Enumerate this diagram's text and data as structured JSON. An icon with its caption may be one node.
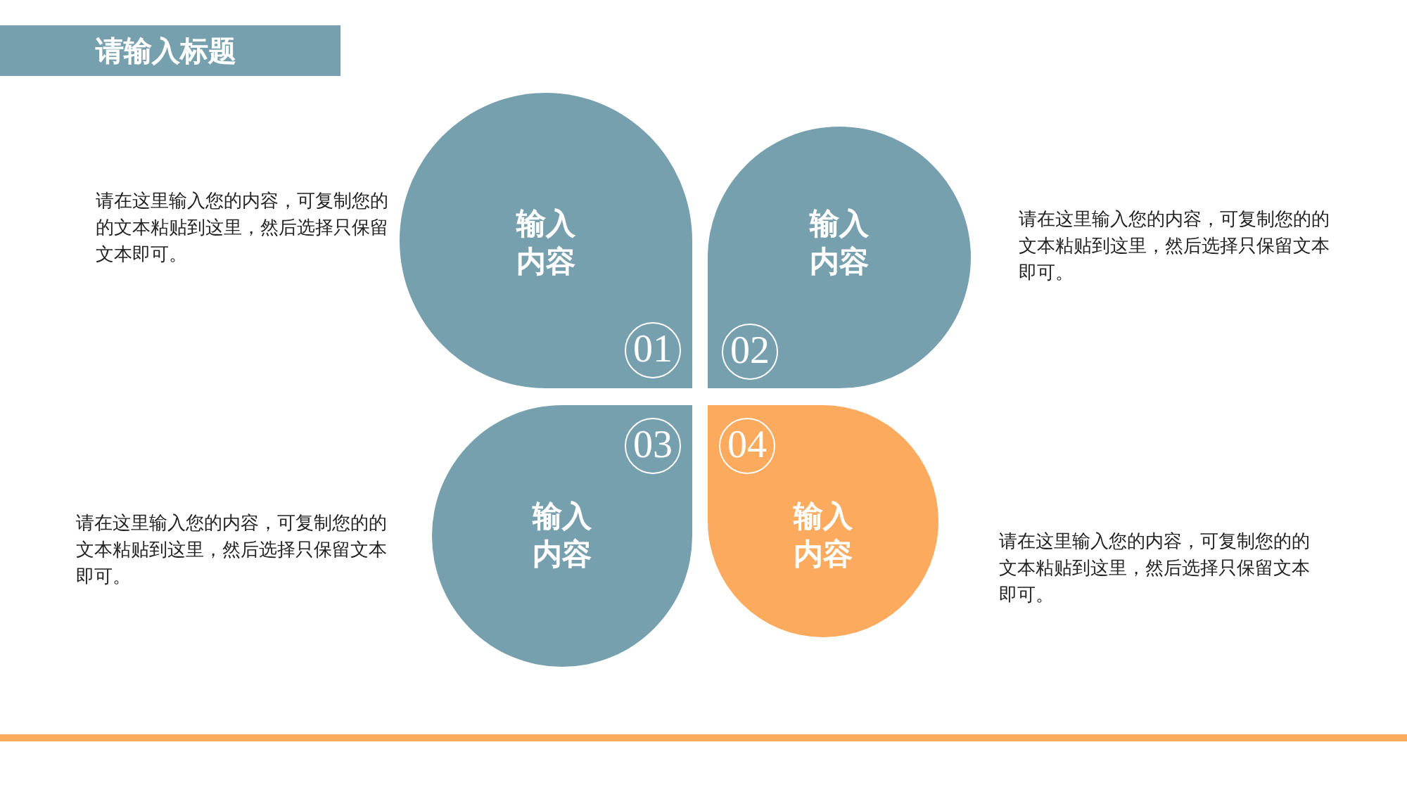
{
  "diagram": {
    "title": "请输入标题",
    "nodes": [
      {
        "text": [
          "输入内容",
          "01"
        ],
        "beside": [
          "请在这里输入您的内容，可复制您的的文本粘贴到这里，然后选择只保留文本即可。"
        ]
      },
      {
        "text": [
          "输入内容",
          "02"
        ],
        "beside": [
          "请在这里输入您的内容，可复制您的的文本粘贴到这里，然后选择只保留文本即可。"
        ]
      },
      {
        "text": [
          "输入内容",
          "03"
        ],
        "beside": [
          "请在这里输入您的内容，可复制您的的文本粘贴到这里，然后选择只保留文本即可。"
        ]
      },
      {
        "text": [
          "输入内容",
          "04"
        ],
        "beside": [
          "请在这里输入您的内容，可复制您的的文本粘贴到这里，然后选择只保留文本即可。"
        ]
      }
    ]
  }
}
